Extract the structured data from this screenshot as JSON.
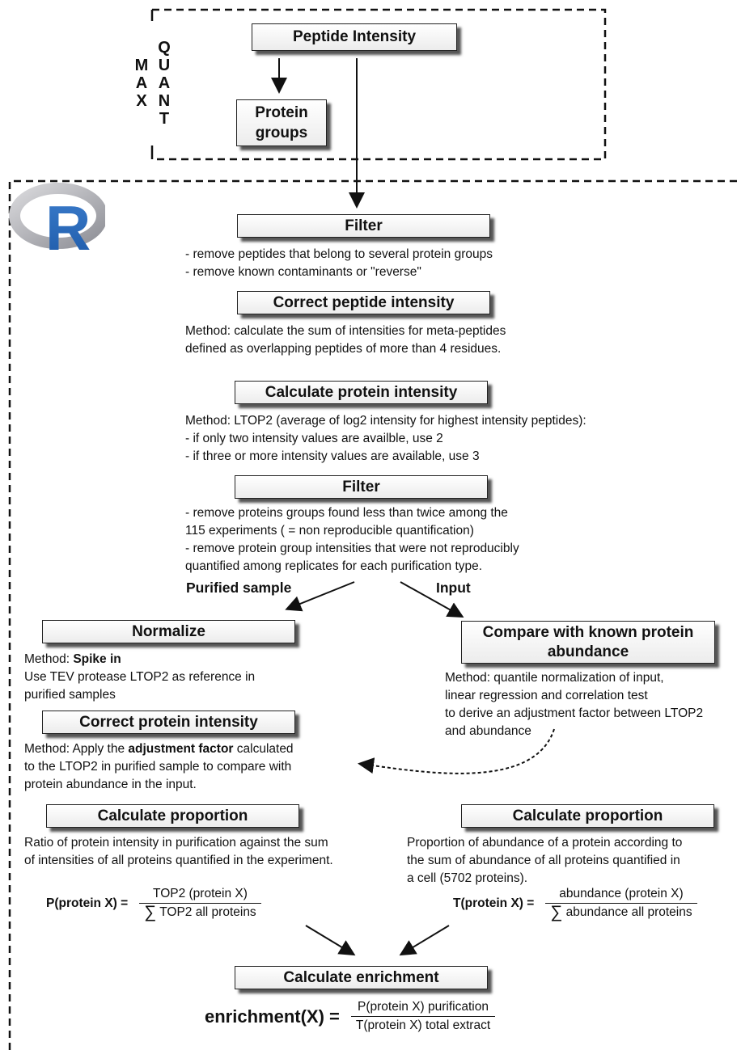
{
  "maxquant": {
    "col1": [
      "M",
      "A",
      "X"
    ],
    "col2": [
      "Q",
      "U",
      "A",
      "N",
      "T"
    ]
  },
  "r_logo": "R",
  "boxes": {
    "peptide_intensity": "Peptide Intensity",
    "protein_groups_1": "Protein",
    "protein_groups_2": "groups",
    "filter1": "Filter",
    "correct_peptide": "Correct peptide intensity",
    "calc_protein": "Calculate protein intensity",
    "filter2": "Filter",
    "normalize": "Normalize",
    "compare_1": "Compare with known protein",
    "compare_2": "abundance",
    "correct_protein": "Correct protein intensity",
    "calc_prop_left": "Calculate proportion",
    "calc_prop_right": "Calculate proportion",
    "calc_enrichment": "Calculate enrichment"
  },
  "text": {
    "filter1": [
      "- remove peptides that belong to several protein groups",
      "- remove known contaminants or \"reverse\""
    ],
    "correct_peptide": [
      "Method: calculate the sum of intensities for meta-peptides",
      "defined as overlapping peptides of more than 4 residues."
    ],
    "calc_protein": [
      "Method: LTOP2 (average of log2 intensity for highest intensity peptides):",
      "- if only two intensity values are availble, use 2",
      "- if three or more intensity values are available, use 3"
    ],
    "filter2": [
      "- remove proteins groups found less than twice among the",
      "115 experiments ( = non reproducible quantification)",
      "- remove protein group intensities that were not reproducibly",
      "quantified among replicates for each purification type."
    ],
    "branch_left": "Purified sample",
    "branch_right": "Input",
    "normalize_prefix": "Method: ",
    "normalize_bold": "Spike in",
    "normalize_rest": [
      "Use TEV protease LTOP2 as reference in",
      "purified samples"
    ],
    "compare": [
      "Method: quantile normalization of input,",
      "linear regression and correlation test",
      "to derive an adjustment factor between LTOP2",
      "and abundance"
    ],
    "correct_prefix": "Method: Apply the ",
    "correct_bold": "adjustment factor",
    "correct_suffix": " calculated",
    "correct_rest": [
      "to the LTOP2 in purified sample to compare with",
      "protein abundance in the input."
    ],
    "prop_left": [
      "Ratio of protein intensity in purification against the sum",
      "of intensities of all proteins quantified in the experiment."
    ],
    "prop_right": [
      "Proportion of abundance of a protein according to",
      "the sum of abundance of all proteins quantified in",
      "a cell (5702 proteins)."
    ]
  },
  "formulas": {
    "p": {
      "lhs": "P(protein X) =",
      "num": "TOP2 (protein X)",
      "sigma": "∑",
      "den": "TOP2 all proteins"
    },
    "t": {
      "lhs": "T(protein X) =",
      "num": "abundance (protein X)",
      "sigma": "∑",
      "den": "abundance all proteins"
    },
    "enrichment": {
      "lhs": "enrichment(X) =",
      "num": "P(protein X) purification",
      "den": "T(protein X) total extract"
    }
  }
}
